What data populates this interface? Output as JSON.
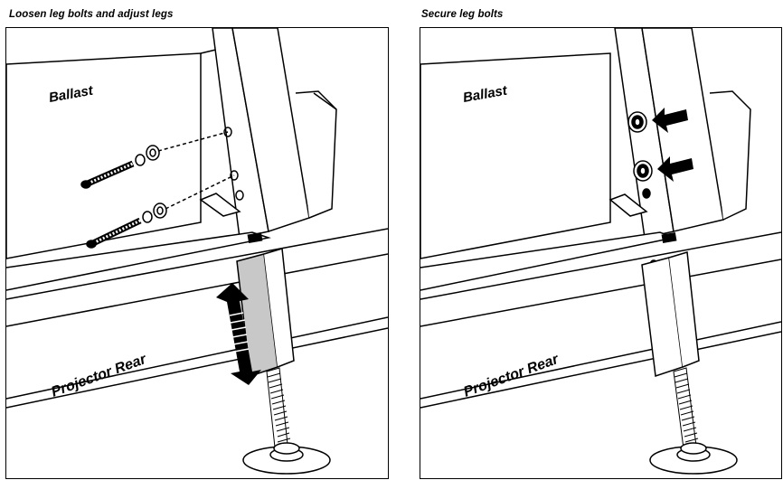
{
  "panels": [
    {
      "title": "Loosen leg bolts and adjust legs",
      "label_ballast": "Ballast",
      "label_rear": "Projector Rear"
    },
    {
      "title": "Secure leg bolts",
      "label_ballast": "Ballast",
      "label_rear": "Projector Rear"
    }
  ],
  "colors": {
    "line": "#000000",
    "leg_highlight": "#c8c8c8",
    "background": "#ffffff"
  },
  "icons": [
    "bolt-icon",
    "washer-icon",
    "arrow-icon",
    "double-arrow-icon"
  ]
}
